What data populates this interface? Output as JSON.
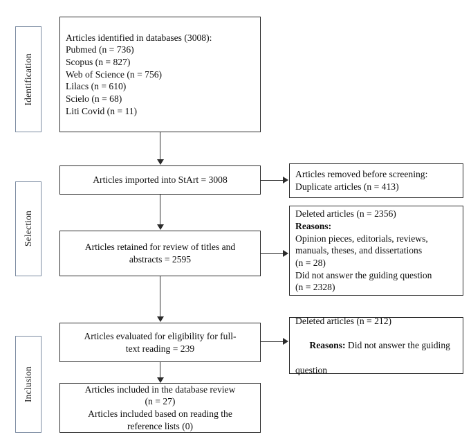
{
  "diagram": {
    "type": "prisma-flow-diagram",
    "title": "",
    "colors": {
      "stage_border": "#7a8aa0",
      "box_border": "#2b2b2b",
      "text": "#0d0d0d",
      "background": "#ffffff"
    },
    "stages": [
      {
        "id": "identification",
        "label": "Identification"
      },
      {
        "id": "selection",
        "label": "Selection"
      },
      {
        "id": "inclusion",
        "label": "Inclusion"
      }
    ],
    "main_boxes": [
      {
        "id": "identified",
        "align": "left",
        "lines": [
          "Articles identified in databases (3008):",
          "Pubmed (n = 736)",
          "Scopus (n = 827)",
          "Web of Science (n = 756)",
          "Lilacs (n = 610)",
          "Scielo (n = 68)",
          "Liti Covid (n = 11)"
        ]
      },
      {
        "id": "imported",
        "align": "center",
        "lines": [
          "Articles imported into StArt = 3008"
        ]
      },
      {
        "id": "retained",
        "align": "center",
        "lines": [
          "Articles retained for review of titles and",
          "abstracts = 2595"
        ]
      },
      {
        "id": "evaluated",
        "align": "center",
        "lines": [
          "Articles evaluated for eligibility for full-",
          "text reading = 239"
        ]
      },
      {
        "id": "included",
        "align": "center",
        "lines": [
          "Articles included in the database review",
          "(n = 27)",
          "Articles included based on reading the",
          "reference lists (0)"
        ]
      }
    ],
    "side_boxes": [
      {
        "id": "removed-before-screening",
        "align": "left",
        "lines": [
          {
            "text": "Articles removed before screening:",
            "bold": false
          },
          {
            "text": "Duplicate articles (n = 413)",
            "bold": false
          }
        ]
      },
      {
        "id": "deleted-2356",
        "align": "left",
        "lines": [
          {
            "text": "Deleted articles (n = 2356)",
            "bold": false
          },
          {
            "text": "Reasons:",
            "bold": true
          },
          {
            "text": "Opinion pieces, editorials, reviews,",
            "bold": false
          },
          {
            "text": "manuals, theses, and dissertations",
            "bold": false
          },
          {
            "text": "(n = 28)",
            "bold": false
          },
          {
            "text": "Did not answer the guiding question",
            "bold": false
          },
          {
            "text": "(n = 2328)",
            "bold": false
          }
        ]
      },
      {
        "id": "deleted-212",
        "align": "left",
        "lines": [
          {
            "text": "Deleted articles (n = 212)",
            "bold": false
          },
          {
            "text": "",
            "bold": false,
            "spacer": true
          },
          {
            "text": "Reasons: Did not answer the guiding",
            "bold": false,
            "bold_prefix": "Reasons:"
          },
          {
            "text": "question",
            "bold": false
          }
        ]
      }
    ],
    "counts": {
      "total_identified": 3008,
      "pubmed": 736,
      "scopus": 827,
      "web_of_science": 756,
      "lilacs": 610,
      "scielo": 68,
      "liti_covid": 11,
      "imported_start": 3008,
      "duplicates_removed": 413,
      "retained_titles_abstracts": 2595,
      "deleted_screening": 2356,
      "deleted_opinion_pieces": 28,
      "deleted_not_answer_guiding": 2328,
      "evaluated_full_text": 239,
      "deleted_full_text": 212,
      "included_database_review": 27,
      "included_reference_lists": 0
    }
  }
}
